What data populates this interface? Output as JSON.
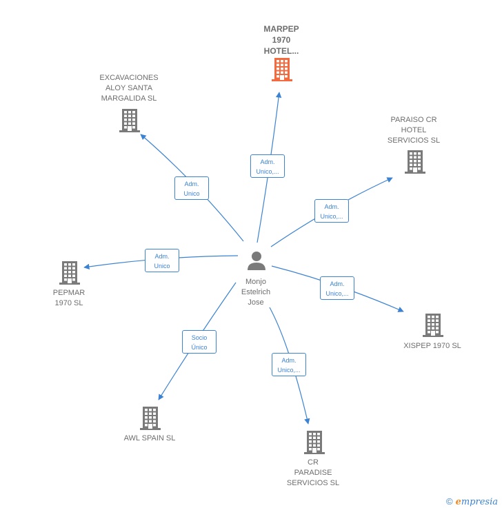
{
  "colors": {
    "edge": "#3b82d2",
    "building_default": "#7a7a7a",
    "building_highlight": "#f26a3d",
    "person": "#7a7a7a",
    "brand_e": "#f08a24"
  },
  "center": {
    "name": "Monjo\nEstelrich\nJose",
    "icon": "person-icon"
  },
  "companies": [
    {
      "id": "marpep",
      "name": "MARPEP\n1970\nHOTEL...",
      "highlight": true
    },
    {
      "id": "excavaciones",
      "name": "EXCAVACIONES\nALOY SANTA\nMARGALIDA SL",
      "highlight": false
    },
    {
      "id": "paraiso",
      "name": "PARAISO CR\nHOTEL\nSERVICIOS SL",
      "highlight": false
    },
    {
      "id": "pepmar",
      "name": "PEPMAR\n1970 SL",
      "highlight": false
    },
    {
      "id": "xispep",
      "name": "XISPEP 1970 SL",
      "highlight": false
    },
    {
      "id": "awl",
      "name": "AWL SPAIN SL",
      "highlight": false
    },
    {
      "id": "cr_paradise",
      "name": "CR\nPARADISE\nSERVICIOS SL",
      "highlight": false
    }
  ],
  "relations": [
    {
      "to": "marpep",
      "label": "Adm.\nUnico,..."
    },
    {
      "to": "excavaciones",
      "label": "Adm.\nUnico"
    },
    {
      "to": "paraiso",
      "label": "Adm.\nUnico,..."
    },
    {
      "to": "pepmar",
      "label": "Adm.\nUnico"
    },
    {
      "to": "xispep",
      "label": "Adm.\nUnico,..."
    },
    {
      "to": "awl",
      "label": "Socio\nÚnico"
    },
    {
      "to": "cr_paradise",
      "label": "Adm.\nUnico,..."
    }
  ],
  "footer": {
    "copyright": "©",
    "brand_e": "e",
    "brand_rest": "mpresia"
  }
}
